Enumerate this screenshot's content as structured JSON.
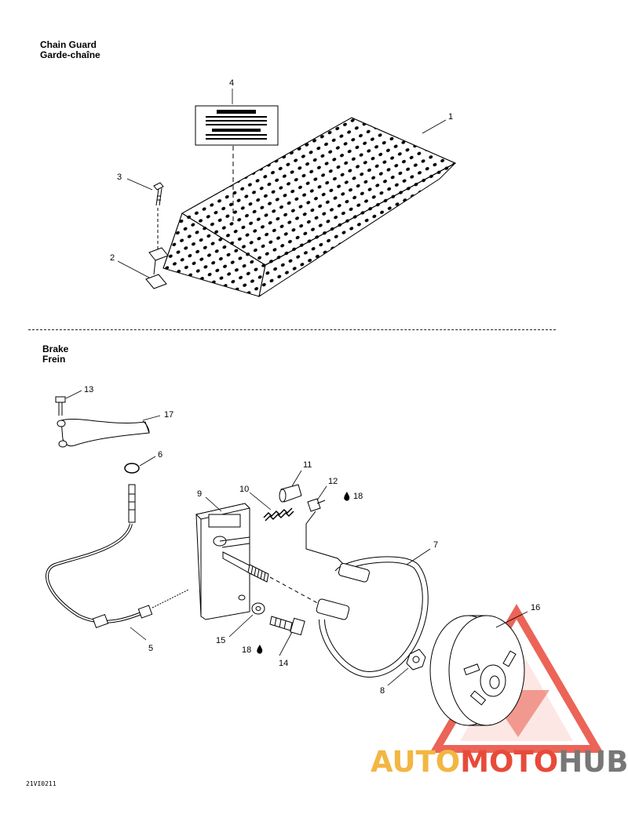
{
  "sections": {
    "chain_guard": {
      "title_en": "Chain Guard",
      "title_fr": "Garde-chaîne"
    },
    "brake": {
      "title_en": "Brake",
      "title_fr": "Frein"
    }
  },
  "callouts": {
    "n1": "1",
    "n2": "2",
    "n3": "3",
    "n4": "4",
    "n5": "5",
    "n6": "6",
    "n7": "7",
    "n8": "8",
    "n9": "9",
    "n10": "10",
    "n11": "11",
    "n12": "12",
    "n13": "13",
    "n14": "14",
    "n15": "15",
    "n16": "16",
    "n17": "17",
    "n18a": "18",
    "n18b": "18"
  },
  "drawing_code": "21VI0211",
  "watermark": {
    "part1": "AUTO",
    "part2": "MOTO",
    "part3": "HUB"
  },
  "colors": {
    "line": "#000000",
    "wm_yellow": "#f3b642",
    "wm_red": "#e84a3a",
    "wm_gray": "#777777"
  },
  "icons": [
    "drop-icon",
    "triangle-logo"
  ]
}
